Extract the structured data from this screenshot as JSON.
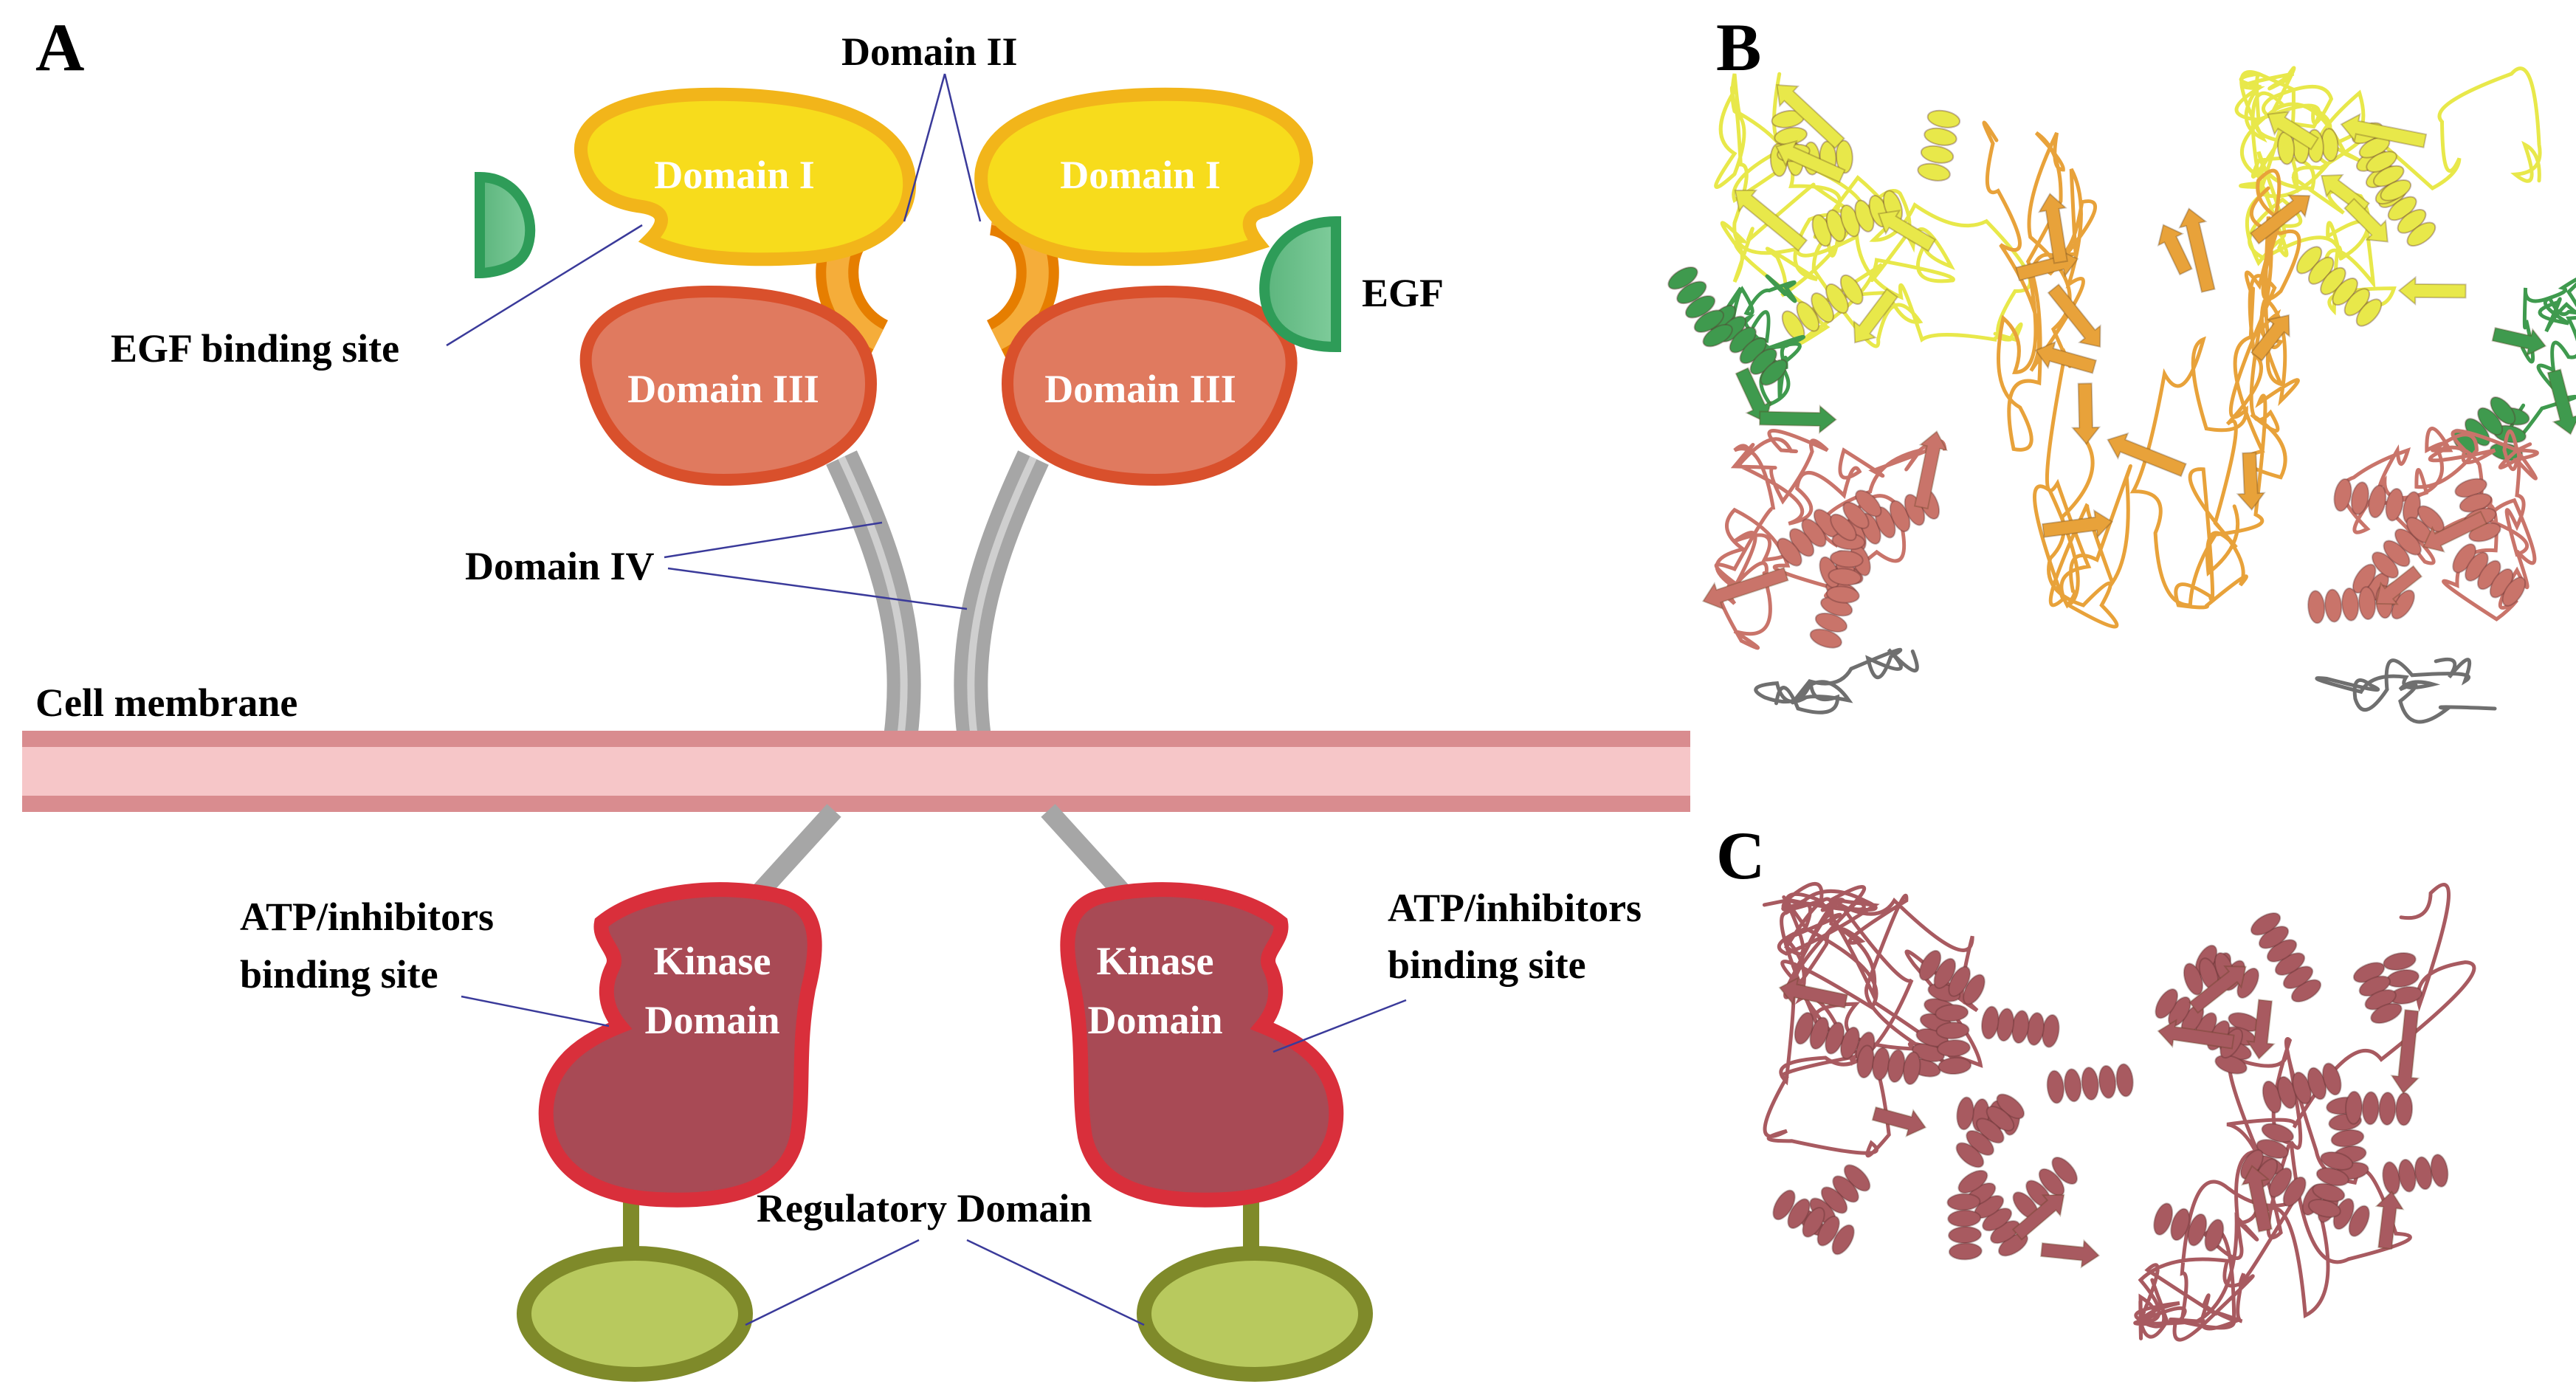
{
  "panels": {
    "a": "A",
    "b": "B",
    "c": "C"
  },
  "labels": {
    "domain_ii": "Domain II",
    "domain_i_left": "Domain I",
    "domain_i_right": "Domain I",
    "domain_iii_left": "Domain III",
    "domain_iii_right": "Domain III",
    "domain_iv": "Domain IV",
    "egf": "EGF",
    "egf_binding_site": "EGF binding site",
    "cell_membrane": "Cell membrane",
    "kinase_left_1": "Kinase",
    "kinase_left_2": "Domain",
    "kinase_right_1": "Kinase",
    "kinase_right_2": "Domain",
    "atp_left_1": "ATP/inhibitors",
    "atp_left_2": "binding site",
    "atp_right_1": "ATP/inhibitors",
    "atp_right_2": "binding site",
    "regulatory_domain": "Regulatory Domain"
  },
  "colors": {
    "domain_i": "#f7dc1c",
    "domain_i_edge": "#f2b51a",
    "domain_ii": "#f39c12",
    "domain_ii_edge": "#e67e00",
    "domain_iii": "#e07a5f",
    "domain_iii_edge": "#d9502c",
    "domain_iv": "#a6a6a6",
    "egf": "#6dc18b",
    "egf_edge": "#2e9c58",
    "membrane_outer": "#d98c8f",
    "membrane_inner": "#f6c6c8",
    "kinase": "#a84a55",
    "kinase_edge": "#d92f3b",
    "regulatory": "#b8c95e",
    "regulatory_edge": "#7f8a2a",
    "structure_yellow": "#e8e84a",
    "structure_orange": "#e8a23a",
    "structure_salmon": "#c9746a",
    "structure_green": "#3f9a4e",
    "structure_grey": "#6f6f6f",
    "structure_maroon": "#a85a60"
  }
}
